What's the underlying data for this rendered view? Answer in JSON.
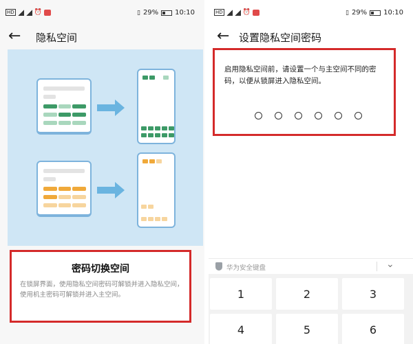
{
  "left": {
    "status_bar": {
      "time": "10:10",
      "battery": "29%"
    },
    "header": {
      "title": "隐私空间",
      "back_glyph": "←"
    },
    "card": {
      "title": "密码切换空间",
      "description": "在锁屏界面，使用隐私空间密码可解锁并进入隐私空间，使用机主密码可解锁并进入主空间。"
    },
    "colors": {
      "green": "#3d9a67",
      "light_green": "#a9d7bd",
      "orange": "#f0a93a",
      "light_orange": "#f7d59e",
      "blue": "#6ab4e0",
      "highlight_border": "#d42a2a"
    }
  },
  "right": {
    "status_bar": {
      "time": "10:10",
      "battery": "29%"
    },
    "header": {
      "title": "设置隐私空间密码",
      "back_glyph": "←"
    },
    "prompt": "启用隐私空间前，请设置一个与主空间不同的密码，以便从锁屏进入隐私空间。",
    "pin_length": 6,
    "keyboard_label": "华为安全键盘",
    "keys": [
      "1",
      "2",
      "3",
      "4",
      "5",
      "6"
    ]
  }
}
